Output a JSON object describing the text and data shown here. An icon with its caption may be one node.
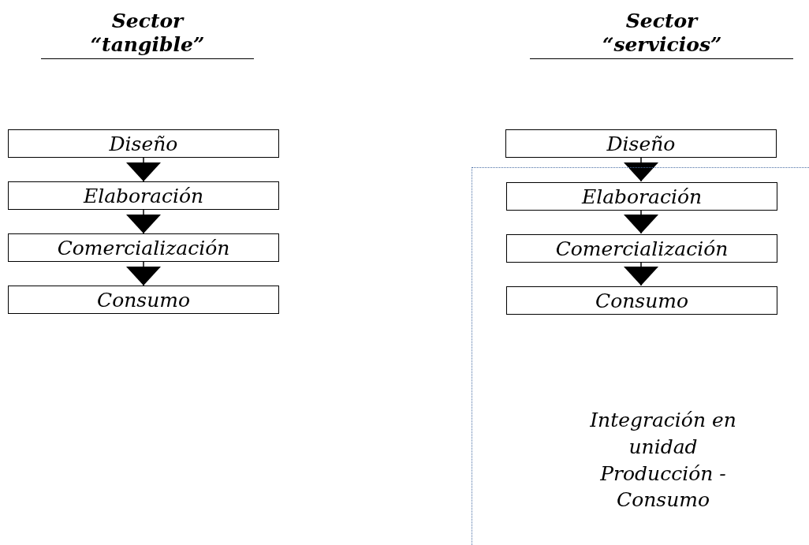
{
  "diagram": {
    "nodes": [
      {
        "text": [
          "Diseño"
        ]
      },
      {
        "text": [
          "Elaboración"
        ]
      },
      {
        "text": [
          "Comercialización"
        ]
      },
      {
        "text": [
          "Consumo"
        ]
      },
      {
        "text": [
          "Diseño"
        ]
      },
      {
        "text": [
          "Integración en unidad Producción - Consumo"
        ]
      },
      {
        "text": [
          "Elaboración"
        ],
        "in": 5
      },
      {
        "text": [
          "Comercialización"
        ],
        "in": 5
      },
      {
        "text": [
          "Consumo"
        ],
        "in": 5
      }
    ],
    "edges": [
      {
        "from": 0,
        "to": 1,
        "arrow": "to"
      },
      {
        "from": 1,
        "to": 2,
        "arrow": "to"
      },
      {
        "from": 2,
        "to": 3,
        "arrow": "to"
      },
      {
        "from": 4,
        "to": 6,
        "arrow": "to"
      },
      {
        "from": 6,
        "to": 7,
        "arrow": "to"
      },
      {
        "from": 7,
        "to": 8,
        "arrow": "to"
      }
    ],
    "labels": [
      "Sector “tangible”",
      "Sector “servicios”"
    ]
  }
}
